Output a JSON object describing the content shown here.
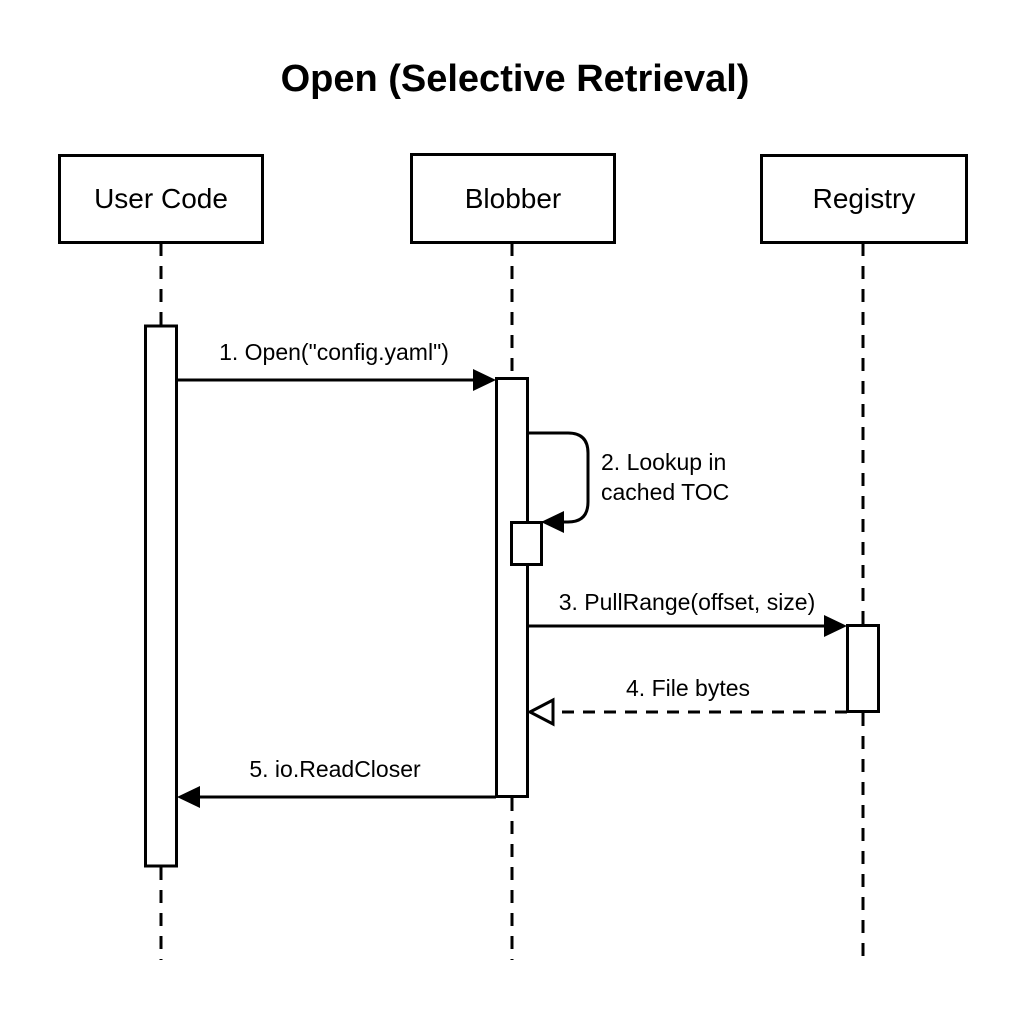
{
  "title": "Open (Selective Retrieval)",
  "colors": {
    "ink": "#000000",
    "background": "#ffffff"
  },
  "diagram": {
    "type": "uml-sequence-diagram",
    "participants": [
      {
        "name": "User Code"
      },
      {
        "name": "Blobber"
      },
      {
        "name": "Registry"
      }
    ],
    "messages": [
      {
        "seq": "1",
        "from": "User Code",
        "to": "Blobber",
        "label": "1. Open(\"config.yaml\")",
        "line_style": "solid",
        "arrowhead": "filled"
      },
      {
        "seq": "2",
        "from": "Blobber",
        "to": "Blobber",
        "label": "2. Lookup in cached TOC",
        "lines": [
          "2. Lookup in",
          "cached TOC"
        ],
        "line_style": "solid",
        "arrowhead": "filled",
        "self_message": true
      },
      {
        "seq": "3",
        "from": "Blobber",
        "to": "Registry",
        "label": "3. PullRange(offset, size)",
        "line_style": "solid",
        "arrowhead": "filled"
      },
      {
        "seq": "4",
        "from": "Registry",
        "to": "Blobber",
        "label": "4. File bytes",
        "line_style": "dashed",
        "arrowhead": "open"
      },
      {
        "seq": "5",
        "from": "Blobber",
        "to": "User Code",
        "label": "5. io.ReadCloser",
        "line_style": "solid",
        "arrowhead": "filled"
      }
    ]
  }
}
